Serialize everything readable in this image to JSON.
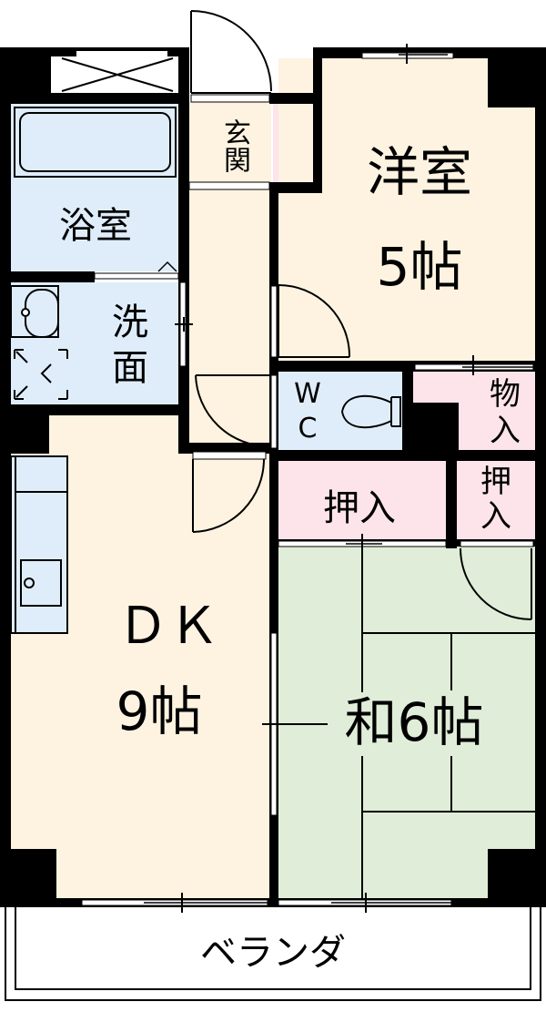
{
  "colors": {
    "wall": "#000000",
    "western_floor": "#fdf3e0",
    "wet_area": "#dfedfa",
    "storage": "#fde4ea",
    "tatami": "#e0edd8",
    "background": "#ffffff"
  },
  "rooms": {
    "entrance": {
      "label": "玄関"
    },
    "bathroom": {
      "label": "浴室"
    },
    "washroom": {
      "label_line1": "洗",
      "label_line2": "面"
    },
    "western_room": {
      "label": "洋室",
      "size": "5帖"
    },
    "wc": {
      "label_line1": "W",
      "label_line2": "C"
    },
    "storeroom": {
      "label_line1": "物",
      "label_line2": "入"
    },
    "dk": {
      "label": "ＤＫ",
      "size": "9帖"
    },
    "closet_main": {
      "label": "押入"
    },
    "closet_small": {
      "label_line1": "押",
      "label_line2": "入"
    },
    "japanese_room": {
      "label": "和6帖"
    },
    "balcony": {
      "label": "ベランダ"
    }
  },
  "fixtures": [
    "bathtub-icon",
    "washbasin-icon",
    "washing-machine-space-icon",
    "kitchen-counter-icon",
    "kitchen-sink-icon",
    "toilet-icon"
  ]
}
